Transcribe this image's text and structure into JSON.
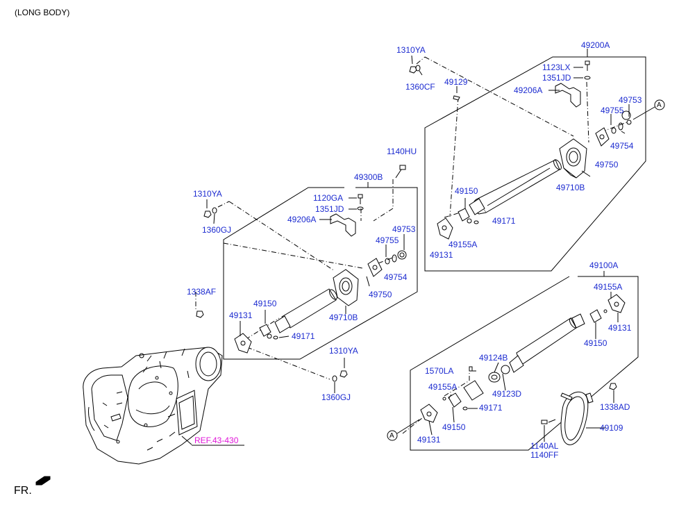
{
  "header": {
    "variant": "(LONG BODY)"
  },
  "direction": {
    "label": "FR."
  },
  "reference": {
    "label": "REF.43-430",
    "color": "#e016d8"
  },
  "circle_markers": [
    "A",
    "A"
  ],
  "colors": {
    "part_label": "#1c2bd0",
    "lines": "#000000"
  },
  "labels": {
    "l_1310ya_top": "1310YA",
    "l_1360cf": "1360CF",
    "l_49129": "49129",
    "l_49200a": "49200A",
    "l_1123lx": "1123LX",
    "l_1351jd_top": "1351JD",
    "l_49206a_top": "49206A",
    "l_49753_top": "49753",
    "l_49755_top": "49755",
    "l_49754_top": "49754",
    "l_49750_top": "49750",
    "l_49710b_top": "49710B",
    "l_49150_top": "49150",
    "l_49171_top": "49171",
    "l_49155a_top": "49155A",
    "l_49131_top": "49131",
    "l_1140hu": "1140HU",
    "l_49300b": "49300B",
    "l_1310ya_left": "1310YA",
    "l_1360gj_left": "1360GJ",
    "l_1120ga": "1120GA",
    "l_1351jd_mid": "1351JD",
    "l_49206a_mid": "49206A",
    "l_49753_mid": "49753",
    "l_49755_mid": "49755",
    "l_49754_mid": "49754",
    "l_49750_mid": "49750",
    "l_49710b_mid": "49710B",
    "l_1338af": "1338AF",
    "l_49150_mid": "49150",
    "l_49131_mid": "49131",
    "l_49171_mid": "49171",
    "l_1310ya_bot": "1310YA",
    "l_1360gj_bot": "1360GJ",
    "l_49100a": "49100A",
    "l_49155a_right": "49155A",
    "l_49131_right": "49131",
    "l_49150_right": "49150",
    "l_1570la": "1570LA",
    "l_49124b": "49124B",
    "l_49123d": "49123D",
    "l_49155a_bot": "49155A",
    "l_49171_bot": "49171",
    "l_49150_bot": "49150",
    "l_49131_bot": "49131",
    "l_1338ad": "1338AD",
    "l_49109": "49109",
    "l_1140al": "1140AL",
    "l_1140ff": "1140FF"
  }
}
